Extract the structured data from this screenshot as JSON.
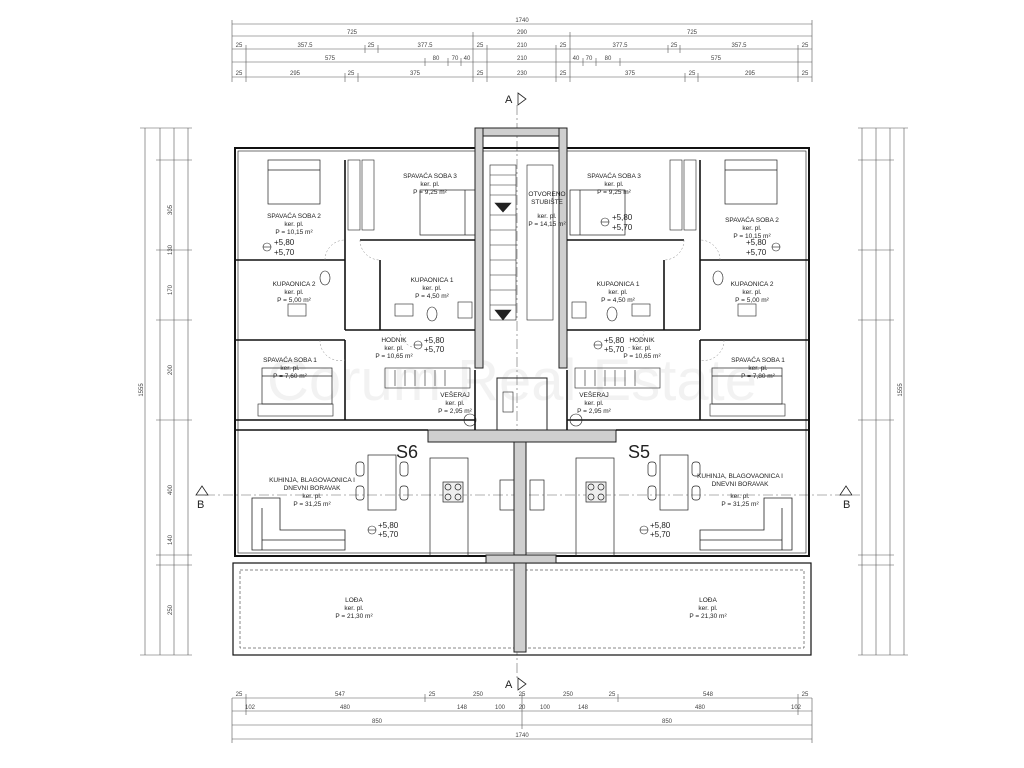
{
  "dimensions": {
    "top": {
      "total": "1740",
      "row2": [
        "725",
        "290",
        "725"
      ],
      "row3": [
        "25",
        "357.5",
        "25",
        "377.5",
        "25",
        "210",
        "25",
        "377.5",
        "25",
        "357.5",
        "25"
      ],
      "row4": [
        "575",
        "80",
        "70",
        "40",
        "210",
        "40",
        "70",
        "80",
        "575"
      ],
      "row5": [
        "25",
        "295",
        "25",
        "375",
        "25",
        "230",
        "25",
        "375",
        "25",
        "295",
        "25"
      ]
    },
    "bottom": {
      "row1": [
        "25",
        "547",
        "25",
        "250",
        "25",
        "250",
        "25",
        "548",
        "25"
      ],
      "row2": [
        "102",
        "480",
        "148",
        "100",
        "20",
        "100",
        "148",
        "480",
        "102"
      ],
      "row3": [
        "850",
        "850"
      ],
      "total": "1740"
    },
    "side": [
      "305",
      "130",
      "170",
      "200",
      "400",
      "140",
      "250",
      "1555"
    ]
  },
  "section_markers": {
    "a_top": "A",
    "a_bottom": "A",
    "b_left": "B",
    "b_right": "B"
  },
  "units": {
    "s6": "S6",
    "s5": "S5"
  },
  "common": {
    "label": "OTVORENO STUBIŠTE",
    "floor": "ker. pl.",
    "area": "P = 14,15 m²"
  },
  "apartment_s6": {
    "bed2": {
      "name": "SPAVAĆA SOBA 2",
      "floor": "ker. pl.",
      "area": "P = 10,15 m²"
    },
    "bed3": {
      "name": "SPAVAĆA SOBA 3",
      "floor": "ker. pl.",
      "area": "P = 9,25 m²"
    },
    "bath2": {
      "name": "KUPAONICA 2",
      "floor": "ker. pl.",
      "area": "P = 5,00 m²"
    },
    "bath1": {
      "name": "KUPAONICA 1",
      "floor": "ker. pl.",
      "area": "P = 4,50 m²"
    },
    "hall": {
      "name": "HODNIK",
      "floor": "ker. pl.",
      "area": "P = 10,65 m²"
    },
    "bed1": {
      "name": "SPAVAĆA SOBA 1",
      "floor": "ker. pl.",
      "area": "P = 7,60 m²"
    },
    "laundry": {
      "name": "VEŠERAJ",
      "floor": "ker. pl.",
      "area": "P = 2,95 m²"
    },
    "living": {
      "name": "KUHINJA, BLAGOVAONICA I DNEVNI BORAVAK",
      "floor": "ker. pl.",
      "area": "P = 31,25 m²"
    },
    "loggia": {
      "name": "LOĐA",
      "floor": "ker. pl.",
      "area": "P = 21,30 m²"
    }
  },
  "apartment_s5": {
    "bed2": {
      "name": "SPAVAĆA SOBA 2",
      "floor": "ker. pl.",
      "area": "P = 10,15 m²"
    },
    "bed3": {
      "name": "SPAVAĆA SOBA 3",
      "floor": "ker. pl.",
      "area": "P = 9,25 m²"
    },
    "bath2": {
      "name": "KUPAONICA 2",
      "floor": "ker. pl.",
      "area": "P = 5,00 m²"
    },
    "bath1": {
      "name": "KUPAONICA 1",
      "floor": "ker. pl.",
      "area": "P = 4,50 m²"
    },
    "hall": {
      "name": "HODNIK",
      "floor": "ker. pl.",
      "area": "P = 10,65 m²"
    },
    "bed1": {
      "name": "SPAVAĆA SOBA 1",
      "floor": "ker. pl.",
      "area": "P = 7,80 m²"
    },
    "laundry": {
      "name": "VEŠERAJ",
      "floor": "ker. pl.",
      "area": "P = 2,95 m²"
    },
    "living": {
      "name": "KUHINJA, BLAGOVAONICA I DNEVNI BORAVAK",
      "floor": "ker. pl.",
      "area": "P = 31,25 m²"
    },
    "loggia": {
      "name": "LOĐA",
      "floor": "ker. pl.",
      "area": "P = 21,30 m²"
    }
  },
  "levels": {
    "upper": "+5,80",
    "lower": "+5,70"
  },
  "watermark": "Corum Real Estate"
}
